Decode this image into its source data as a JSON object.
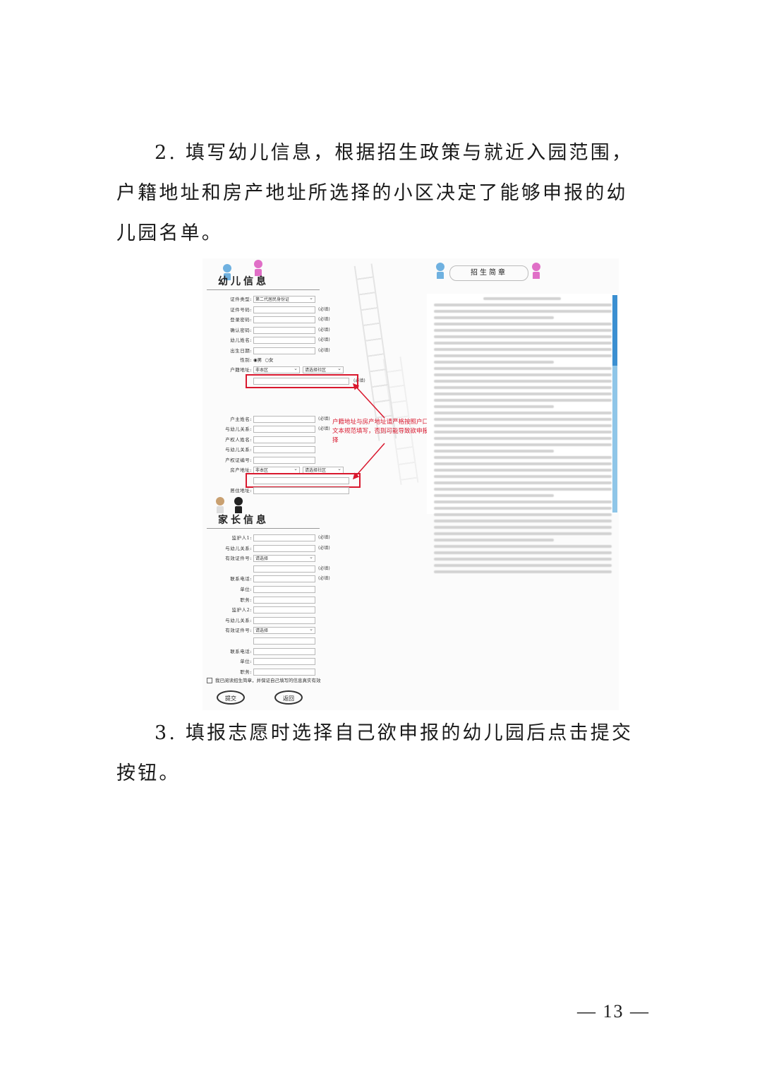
{
  "doc": {
    "para2": "2. 填写幼儿信息，根据招生政策与就近入园范围，户籍地址和房产地址所选择的小区决定了能够申报的幼儿园名单。",
    "para3": "3. 填报志愿时选择自己欲申报的幼儿园后点击提交按钮。",
    "page_number": "— 13 —"
  },
  "screenshot": {
    "child_section_title": "幼儿信息",
    "parent_section_title": "家长信息",
    "enroll_title": "招生简章",
    "required_mark": "(必填)",
    "child_fields": [
      {
        "label": "证件类型:",
        "value": "第二代居民身份证",
        "select": true,
        "required": false
      },
      {
        "label": "证件号码:",
        "value": "",
        "select": false,
        "required": true
      },
      {
        "label": "登录密码:",
        "value": "",
        "select": false,
        "required": true
      },
      {
        "label": "确认密码:",
        "value": "",
        "select": false,
        "required": true
      },
      {
        "label": "幼儿姓名:",
        "value": "",
        "select": false,
        "required": true
      },
      {
        "label": "出生日期:",
        "value": "",
        "select": false,
        "required": true
      }
    ],
    "gender": {
      "label": "性别:",
      "male": "男",
      "female": "女"
    },
    "huji": {
      "label": "户籍地址:",
      "district": "非本区",
      "community": "请选择社区"
    },
    "owner_fields": [
      {
        "label": "户主姓名:",
        "required": true
      },
      {
        "label": "与幼儿关系:",
        "required": true
      },
      {
        "label": "产权人姓名:",
        "required": false
      },
      {
        "label": "与幼儿关系:",
        "required": false
      },
      {
        "label": "产权证编号:",
        "required": false
      }
    ],
    "property": {
      "label": "房产地址:",
      "district": "非本区",
      "community": "请选择社区"
    },
    "residence_label": "居住地址:",
    "annotation": "户籍地址与房产地址请严格按照户口本或房产证上的文本规范填写，否则可能导致欲申报的幼儿园无法选择",
    "parent_fields": [
      {
        "label": "监护人1:",
        "value": "",
        "select": false,
        "required": true
      },
      {
        "label": "与幼儿关系:",
        "value": "",
        "select": false,
        "required": true
      },
      {
        "label": "有效证件号:",
        "value": "请选择",
        "select": true,
        "required": false
      },
      {
        "label": "",
        "value": "",
        "select": false,
        "required": true
      },
      {
        "label": "联系电话:",
        "value": "",
        "select": false,
        "required": true
      },
      {
        "label": "单位:",
        "value": "",
        "select": false,
        "required": false
      },
      {
        "label": "职务:",
        "value": "",
        "select": false,
        "required": false
      },
      {
        "label": "监护人2:",
        "value": "",
        "select": false,
        "required": false
      },
      {
        "label": "与幼儿关系:",
        "value": "",
        "select": false,
        "required": false
      },
      {
        "label": "有效证件号:",
        "value": "请选择",
        "select": true,
        "required": false
      },
      {
        "label": "",
        "value": "",
        "select": false,
        "required": false
      },
      {
        "label": "联系电话:",
        "value": "",
        "select": false,
        "required": false
      },
      {
        "label": "单位:",
        "value": "",
        "select": false,
        "required": false
      },
      {
        "label": "职务:",
        "value": "",
        "select": false,
        "required": false
      }
    ],
    "agree_text": "我已阅读招生简章，并保证自己填写的信息真实有效",
    "submit_label": "提交",
    "back_label": "返回",
    "colors": {
      "highlight": "#d9182e",
      "scroll": "#3b8fd1"
    }
  }
}
